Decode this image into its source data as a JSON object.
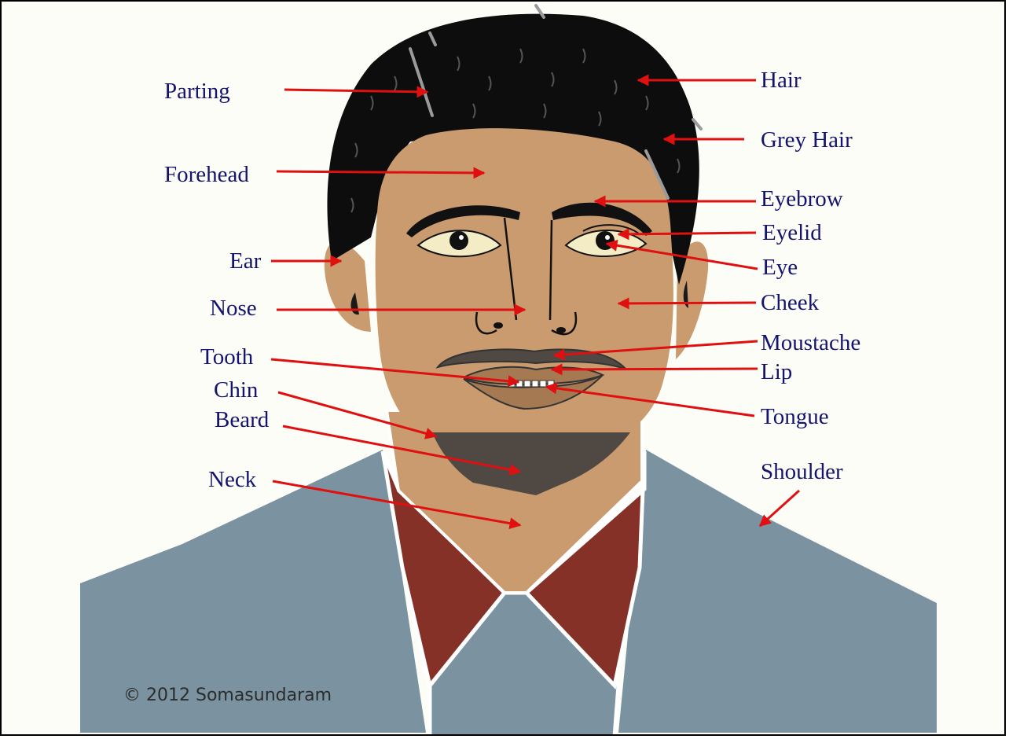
{
  "labels": {
    "parting": "Parting",
    "forehead": "Forehead",
    "ear": "Ear",
    "nose": "Nose",
    "tooth": "Tooth",
    "chin": "Chin",
    "beard": "Beard",
    "neck": "Neck",
    "hair": "Hair",
    "grey_hair": "Grey Hair",
    "eyebrow": "Eyebrow",
    "eyelid": "Eyelid",
    "eye": "Eye",
    "cheek": "Cheek",
    "moustache": "Moustache",
    "lip": "Lip",
    "tongue": "Tongue",
    "shoulder": "Shoulder"
  },
  "copyright": "© 2012 Somasundaram",
  "colors": {
    "label_text": "#14146e",
    "arrow": "#e01010",
    "skin": "#c99b6f",
    "hair": "#0d0d0d",
    "grey_hair": "#9a9a9a",
    "shirt": "#7b93a0",
    "collar": "#863128",
    "beard": "#504843",
    "background": "#fdfdf8"
  }
}
